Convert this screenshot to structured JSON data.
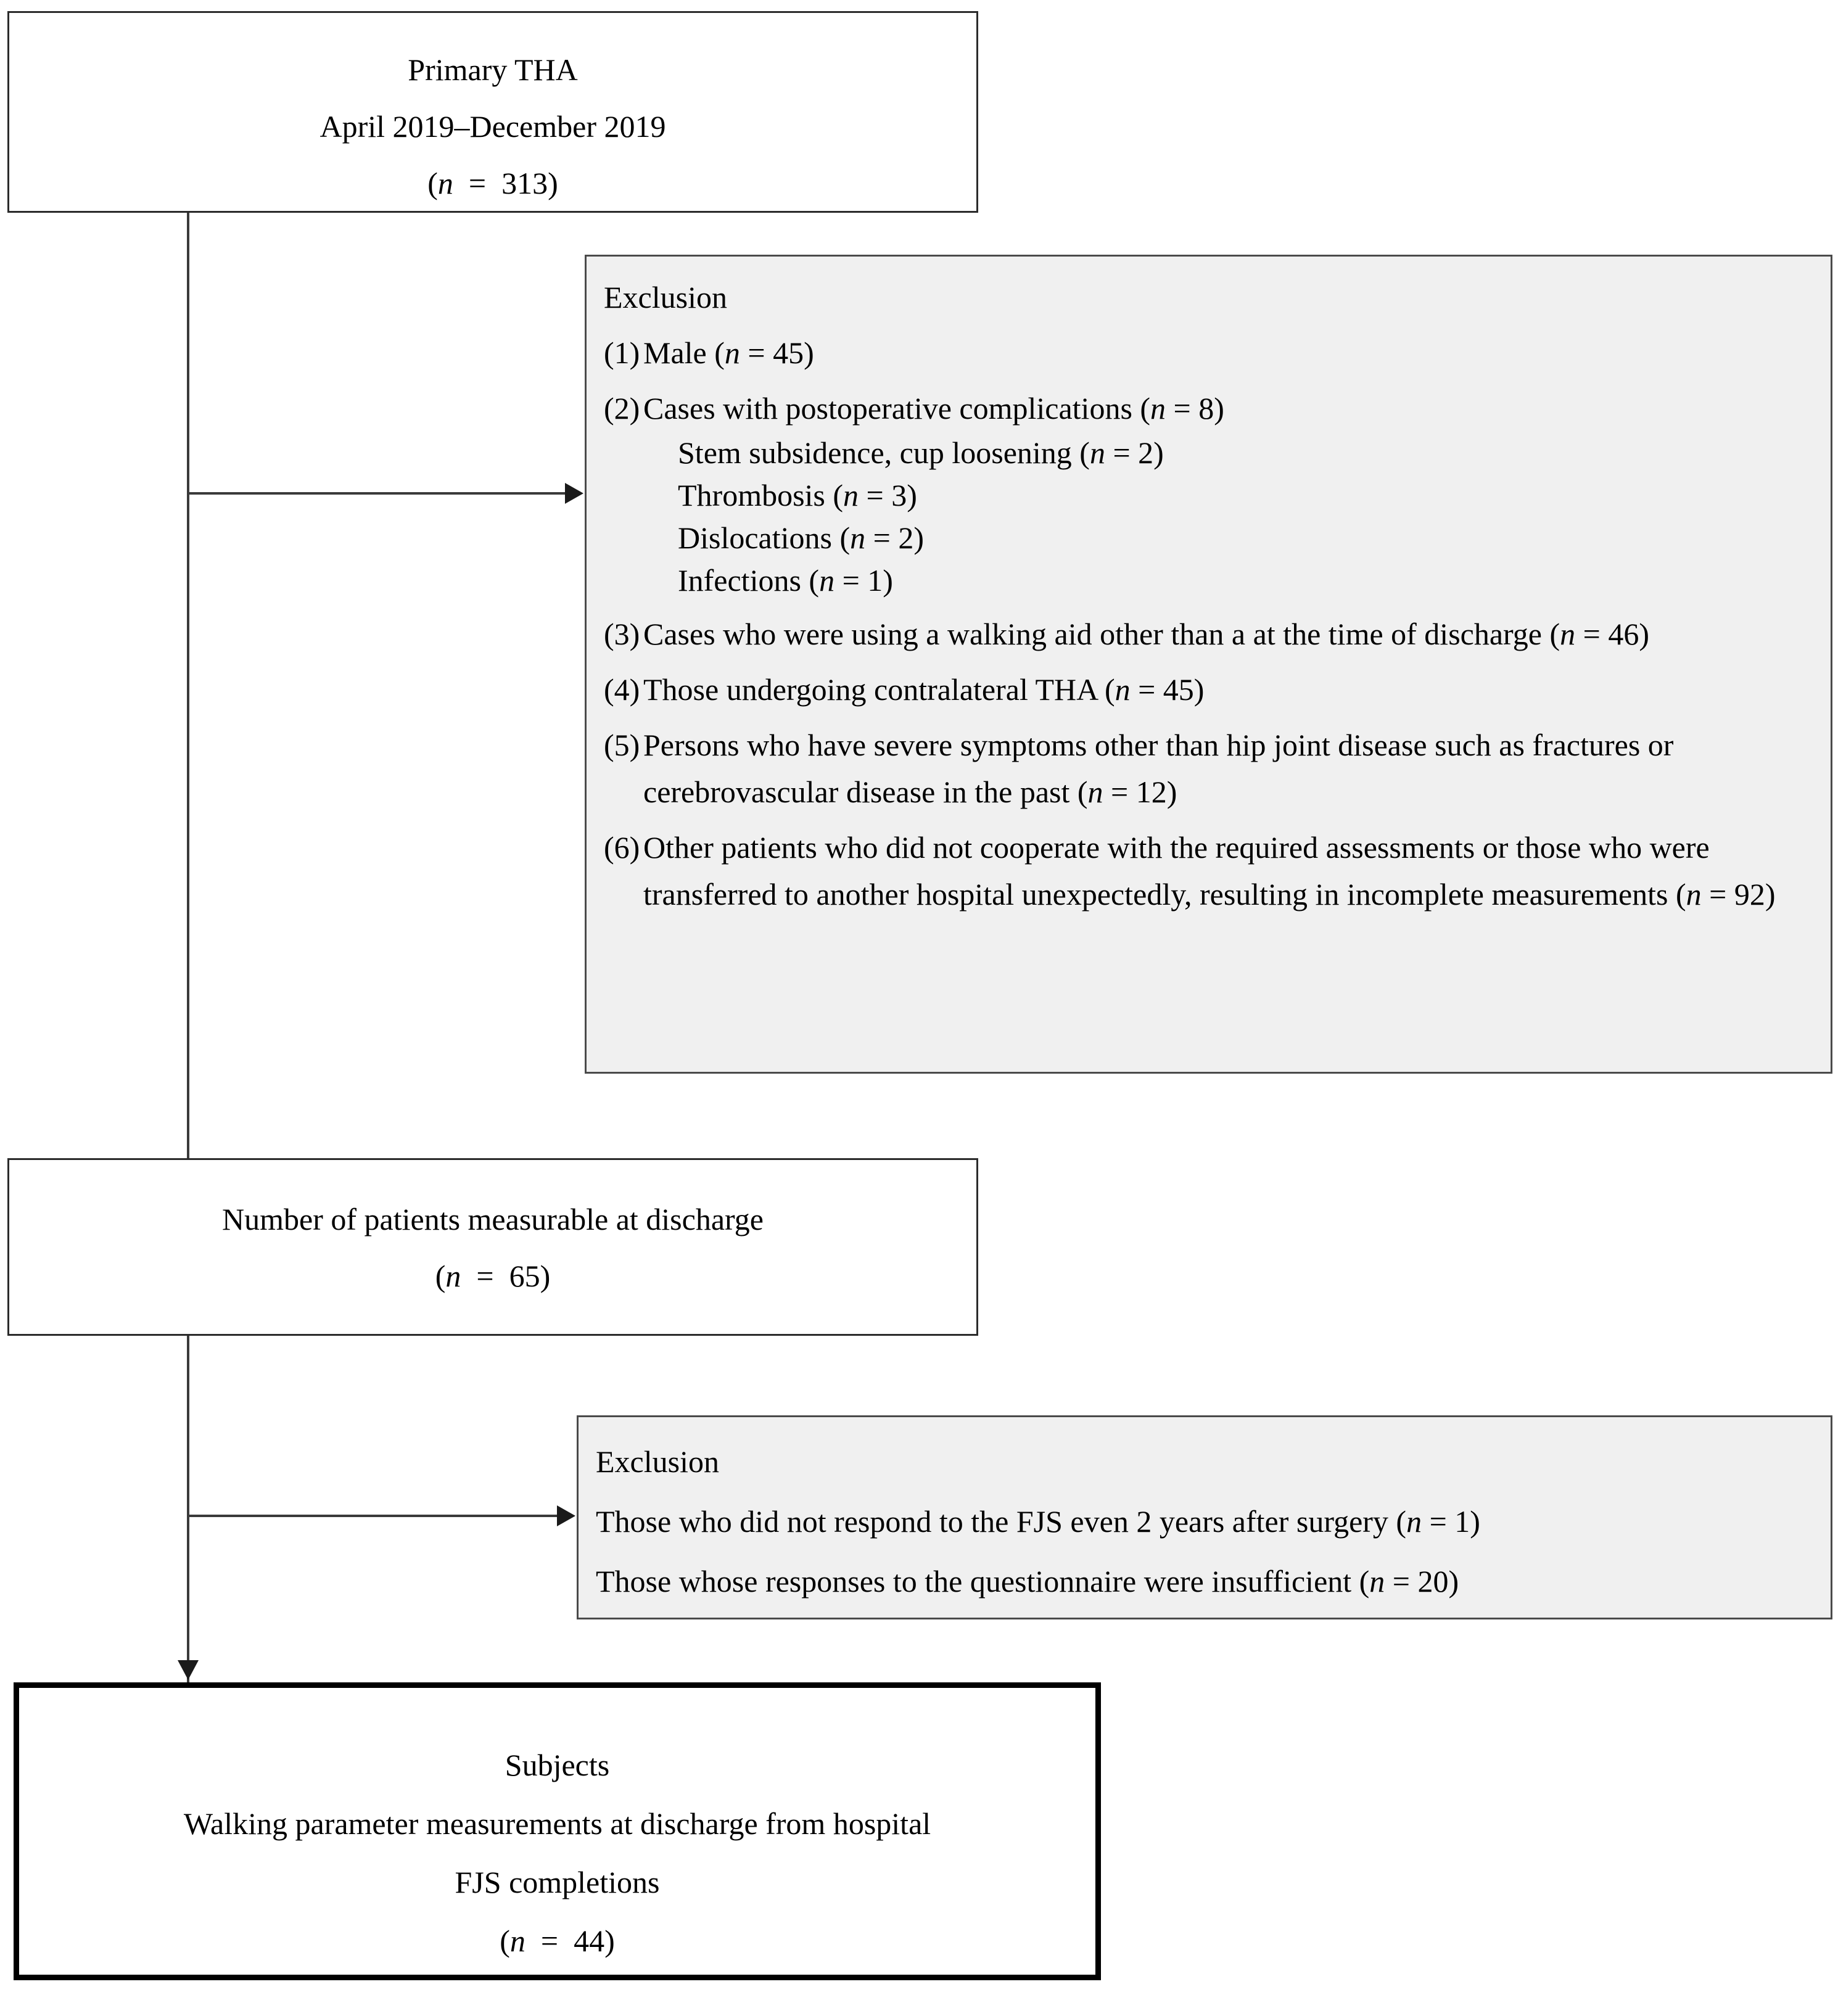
{
  "diagram": {
    "title": "Study participant flow diagram",
    "colors": {
      "shaded_box_background": "#f0f0f0",
      "box_border": "#2b2b2b",
      "heavy_box_border": "#000000",
      "connector": "#3a3a3a",
      "page_background": "#ffffff"
    }
  },
  "boxes": {
    "primary_tha": {
      "lines": [
        "Primary THA",
        "April 2019–December 2019",
        "(n  =  313)"
      ]
    },
    "exclusion_1": {
      "title": "Exclusion",
      "items": [
        {
          "marker": "(1)",
          "text": "Male (n  =  45)"
        },
        {
          "marker": "(2)",
          "text": "Cases with postoperative complications (n  =  8)",
          "sub_items": [
            "Stem subsidence, cup loosening (n  =  2)",
            "Thrombosis (n  =  3)",
            "Dislocations (n  =  2)",
            "Infections (n  =  1)"
          ]
        },
        {
          "marker": "(3)",
          "text": "Cases who were using a walking aid other than a at the  time of discharge (n  =  46)"
        },
        {
          "marker": "(4)",
          "text": "Those undergoing contralateral THA (n  =  45)"
        },
        {
          "marker": "(5)",
          "text": "Persons who have severe symptoms other than hip joint disease such as fractures or cerebrovascular disease in the past (n  =  12)"
        },
        {
          "marker": "(6)",
          "text": "Other patients who did not cooperate with the required assessments or those who were transferred to another hospital unexpectedly, resulting in incomplete measurements (n  =  92)"
        }
      ]
    },
    "measurable_at_discharge": {
      "lines": [
        "Number of patients measurable at discharge",
        "(n  =  65)"
      ]
    },
    "exclusion_2": {
      "title": "Exclusion",
      "lines": [
        "Those who did not respond to the FJS even 2 years after surgery (n = 1)",
        "Those whose responses to the questionnaire were insufficient (n = 20)"
      ]
    },
    "subjects": {
      "lines": [
        "Subjects",
        "Walking parameter measurements at discharge from hospital",
        "FJS completions",
        "(n  =  44)"
      ]
    }
  }
}
